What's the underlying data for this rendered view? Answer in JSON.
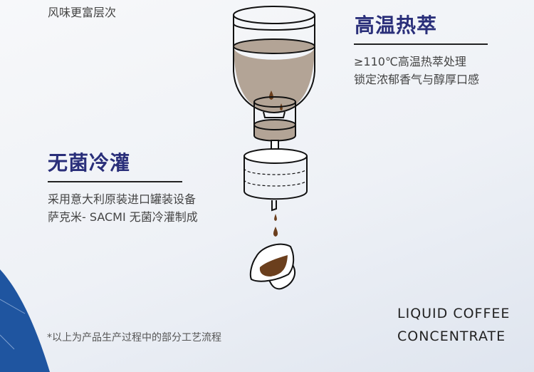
{
  "top_caption": "风味更富层次",
  "hot_extraction": {
    "title": "高温热萃",
    "lines": [
      "≥110℃高温热萃处理",
      "锁定浓郁香气与醇厚口感"
    ]
  },
  "aseptic_filling": {
    "title": "无菌冷灌",
    "lines": [
      "采用意大利原装进口罐装设备",
      "萨克米- SACMI 无菌冷灌制成"
    ]
  },
  "footnote": "*以上为产品生产过程中的部分工艺流程",
  "english": [
    "LIQUID COFFEE",
    "CONCENTRATE"
  ],
  "colors": {
    "title": "#2a2f7a",
    "coffee": "#6b3f1d",
    "liquid": "#b3a496",
    "leaf": "#1f55a0"
  }
}
